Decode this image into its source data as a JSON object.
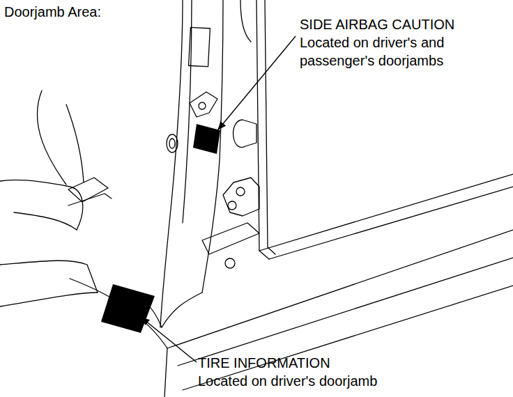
{
  "diagram": {
    "title": "Doorjamb Area:",
    "labels": [
      "SIDE AIRBAG CAUTION",
      "Located on driver's and passenger's doorjambs",
      "TIRE INFORMATION",
      "Located on driver's doorjamb"
    ]
  }
}
